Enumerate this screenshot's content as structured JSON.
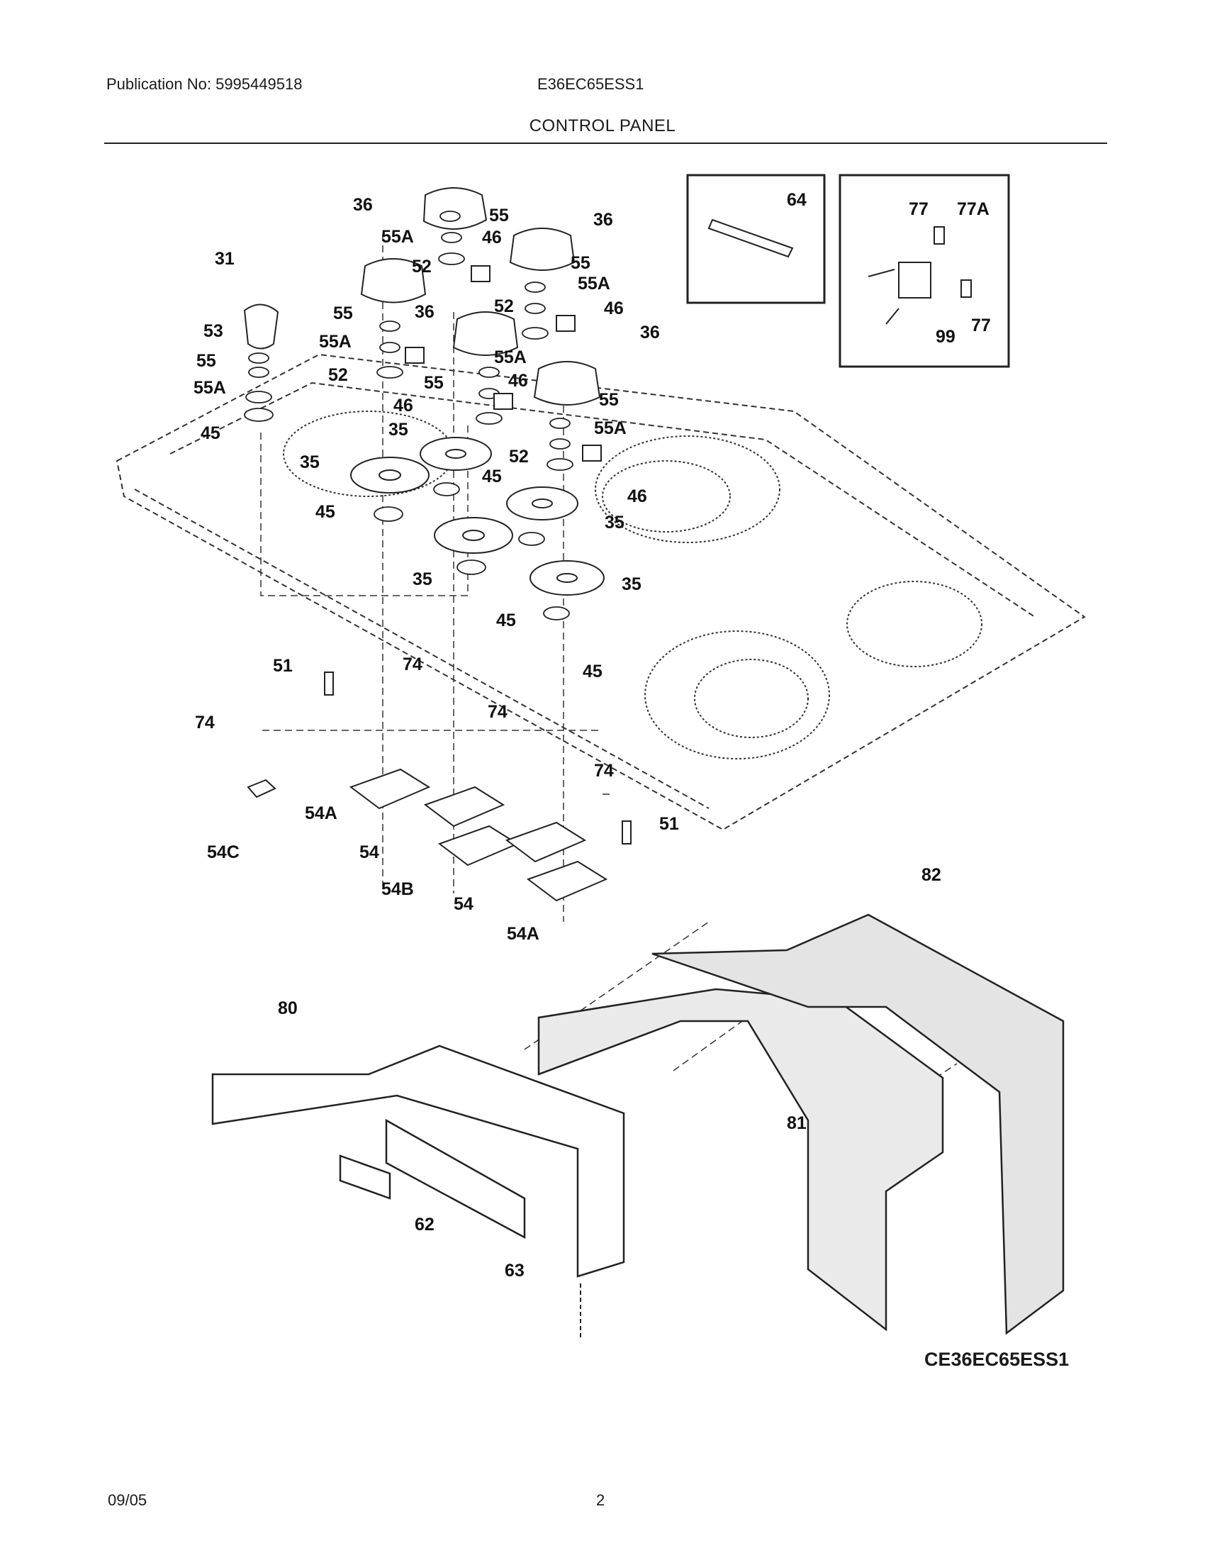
{
  "header": {
    "publication": "Publication No: 5995449518",
    "model": "E36EC65ESS1",
    "section_title": "CONTROL PANEL"
  },
  "diagram": {
    "diagram_code": "CE36EC65ESS1",
    "callouts": {
      "c31": "31",
      "c53": "53",
      "c55a": "55",
      "c55b": "55A",
      "c45a": "45",
      "c36a": "36",
      "c55Aa": "55A",
      "c55c": "55",
      "c46a": "46",
      "c36b": "36",
      "c52a": "52",
      "c55d": "55",
      "c55Ab": "55A",
      "c55e": "55",
      "c36c": "36",
      "c52b": "52",
      "c46b": "46",
      "c36d": "36",
      "c55Ac": "55A",
      "c52c": "52",
      "c55f": "55",
      "c46c": "46",
      "c55Ad": "55A",
      "c46d": "46",
      "c55g": "55",
      "c55Ae": "55A",
      "c35a": "35",
      "c35b": "35",
      "c45b": "45",
      "c52d": "52",
      "c45c": "45",
      "c46e": "46",
      "c35c": "35",
      "c35d": "35",
      "c35e": "35",
      "c45d": "45",
      "c45e": "45",
      "c64": "64",
      "c77a": "77",
      "c77A": "77A",
      "c77b": "77",
      "c99": "99",
      "c51a": "51",
      "c74a": "74",
      "c74b": "74",
      "c74c": "74",
      "c74d": "74",
      "c51b": "51",
      "c54Aa": "54A",
      "c54C": "54C",
      "c54a": "54",
      "c54B": "54B",
      "c54b": "54",
      "c54Ab": "54A",
      "c82": "82",
      "c80": "80",
      "c81": "81",
      "c62": "62",
      "c63": "63"
    }
  },
  "footer": {
    "date": "09/05",
    "page": "2"
  }
}
